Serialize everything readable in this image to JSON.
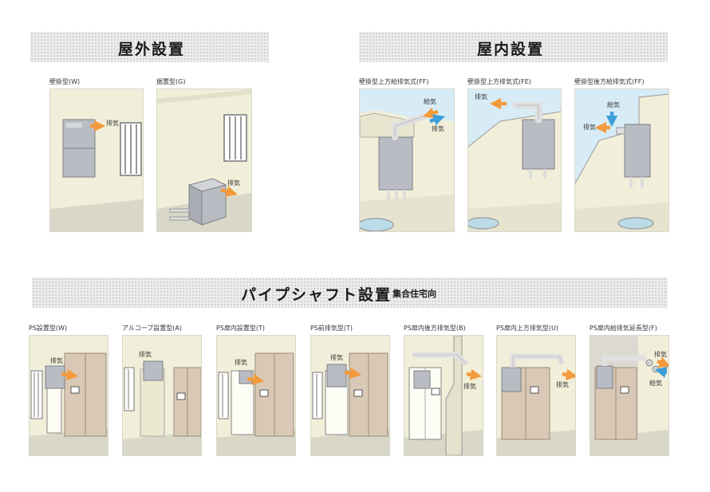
{
  "sections": {
    "outdoor": {
      "title": "屋外設置"
    },
    "indoor": {
      "title": "屋内設置"
    },
    "pipe_shaft": {
      "title": "パイプシャフト設置",
      "subtitle": "集合住宅向"
    }
  },
  "labels": {
    "exhaust": "排気",
    "intake": "給気"
  },
  "outdoor_items": [
    {
      "caption": "壁掛型(W)"
    },
    {
      "caption": "据置型(G)"
    }
  ],
  "indoor_items": [
    {
      "caption": "壁掛型上方給排気式(FF)"
    },
    {
      "caption": "壁掛型上方排気式(FE)"
    },
    {
      "caption": "壁掛型後方給排気式(FF)"
    }
  ],
  "ps_items": [
    {
      "caption": "PS設置型(W)"
    },
    {
      "caption": "アルコーブ設置型(A)"
    },
    {
      "caption": "PS扉内設置型(T)"
    },
    {
      "caption": "PS前排気型(T)"
    },
    {
      "caption": "PS扉内後方排気型(B)"
    },
    {
      "caption": "PS扉内上方排気型(U)"
    },
    {
      "caption": "PS扉内給排気延長型(F)"
    }
  ],
  "colors": {
    "wall": "#f1efd9",
    "floor": "#d8d7c8",
    "sky": "#d7ecf6",
    "heater": "#b9bcc3",
    "door": "#d9c8b5",
    "arrow_exhaust": "#f39a3c",
    "arrow_intake": "#3d9fd8"
  }
}
